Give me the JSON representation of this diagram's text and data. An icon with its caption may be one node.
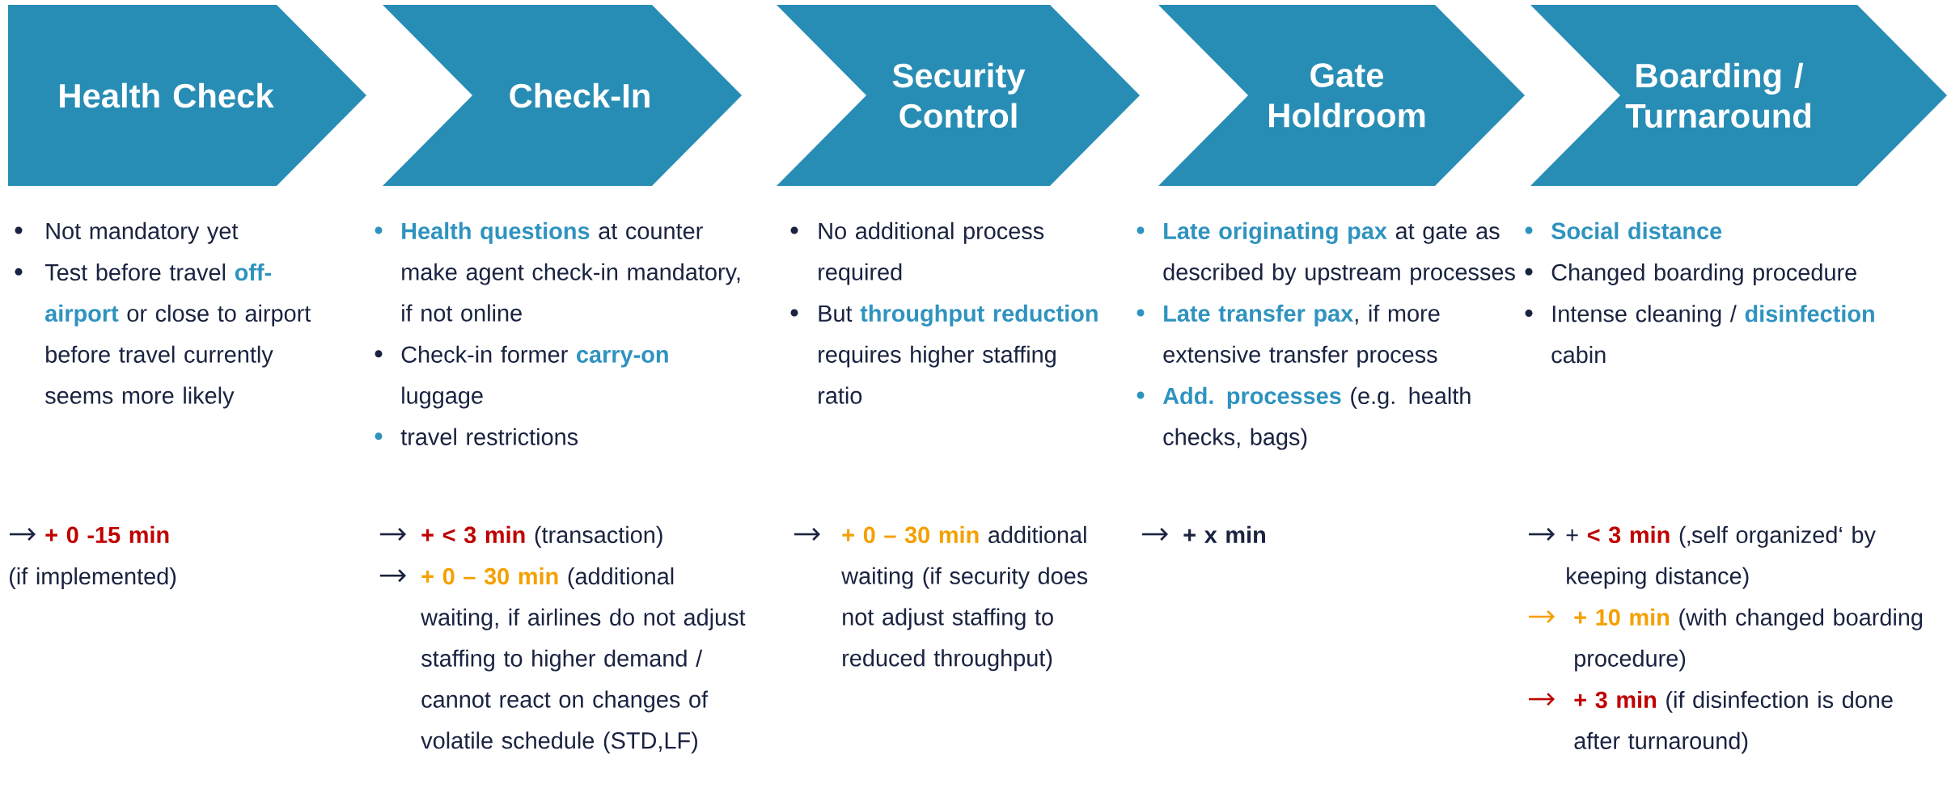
{
  "diagram": {
    "nodes": [
      {
        "text": [
          "Health Check"
        ]
      },
      {
        "text": [
          "Check-In"
        ]
      },
      {
        "text": [
          "Security Control"
        ]
      },
      {
        "text": [
          "Gate Holdroom"
        ]
      },
      {
        "text": [
          "Boarding / Turnaround"
        ]
      }
    ],
    "labels": [
      "Not mandatory yet",
      "Test before travel **off- airport** or close to airport before travel currently seems more likely",
      "**Health questions** at counter make agent check-in mandatory, if not online",
      "Check-in former **carry-on** luggage",
      "travel restrictions",
      "No additional process required",
      "But **throughput reduction** requires higher staffing ratio",
      "**Late originating pax** at gate as described by upstream processes",
      "**Late transfer pax**, if more extensive transfer process",
      "**Add. processes** (e.g. health checks, bags)",
      "**Social distance**",
      "Changed boarding procedure",
      "Intense cleaning / **disinfection** cabin",
      "**+ 0 -15 min**",
      "(if implemented)",
      "**+ < 3 min** (transaction)",
      "**+ 0 – 30 min** (additional waiting, if airlines do not adjust staffing to higher demand / cannot react on changes of volatile schedule (STD,LF)",
      "**+ 0 – 30 min** additional waiting (if security does not adjust staffing to reduced throughput)",
      "**+ x min**",
      "+ **< 3 min** (‚self organized‘ by keeping distance)",
      "**+ 10 min** (with changed boarding procedure)",
      "**+ 3 min** (if disinfection is done after turnaround)"
    ]
  }
}
